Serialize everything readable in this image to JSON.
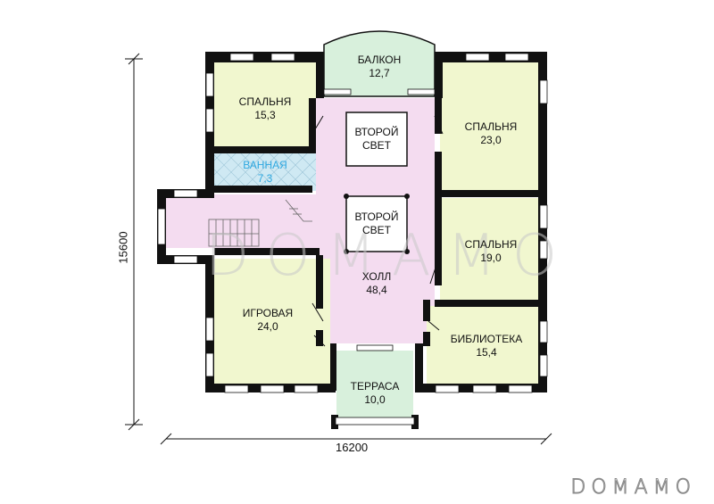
{
  "rooms": {
    "balcony": {
      "name": "БАЛКОН",
      "area": "12,7"
    },
    "bedroom_left": {
      "name": "СПАЛЬНЯ",
      "area": "15,3"
    },
    "bathroom": {
      "name": "ВАННАЯ",
      "area": "7,3"
    },
    "second_light_top": {
      "line1": "ВТОРОЙ",
      "line2": "СВЕТ"
    },
    "second_light_mid": {
      "line1": "ВТОРОЙ",
      "line2": "СВЕТ"
    },
    "bedroom_right_top": {
      "name": "СПАЛЬНЯ",
      "area": "23,0"
    },
    "bedroom_right_mid": {
      "name": "СПАЛЬНЯ",
      "area": "19,0"
    },
    "hall": {
      "name": "ХОЛЛ",
      "area": "48,4"
    },
    "playroom": {
      "name": "ИГРОВАЯ",
      "area": "24,0"
    },
    "library": {
      "name": "БИБЛИОТЕКА",
      "area": "15,4"
    },
    "terrace": {
      "name": "ТЕРРАСА",
      "area": "10,0"
    }
  },
  "dimensions": {
    "width": "16200",
    "height": "15600"
  },
  "watermark": "DOMAMO",
  "brand": "DOMAMO",
  "colors": {
    "room": "#f1f7cf",
    "hall": "#f4dcf0",
    "bath": "#cfe9f3",
    "exterior": "#d8f0dc",
    "wall": "#111111"
  }
}
